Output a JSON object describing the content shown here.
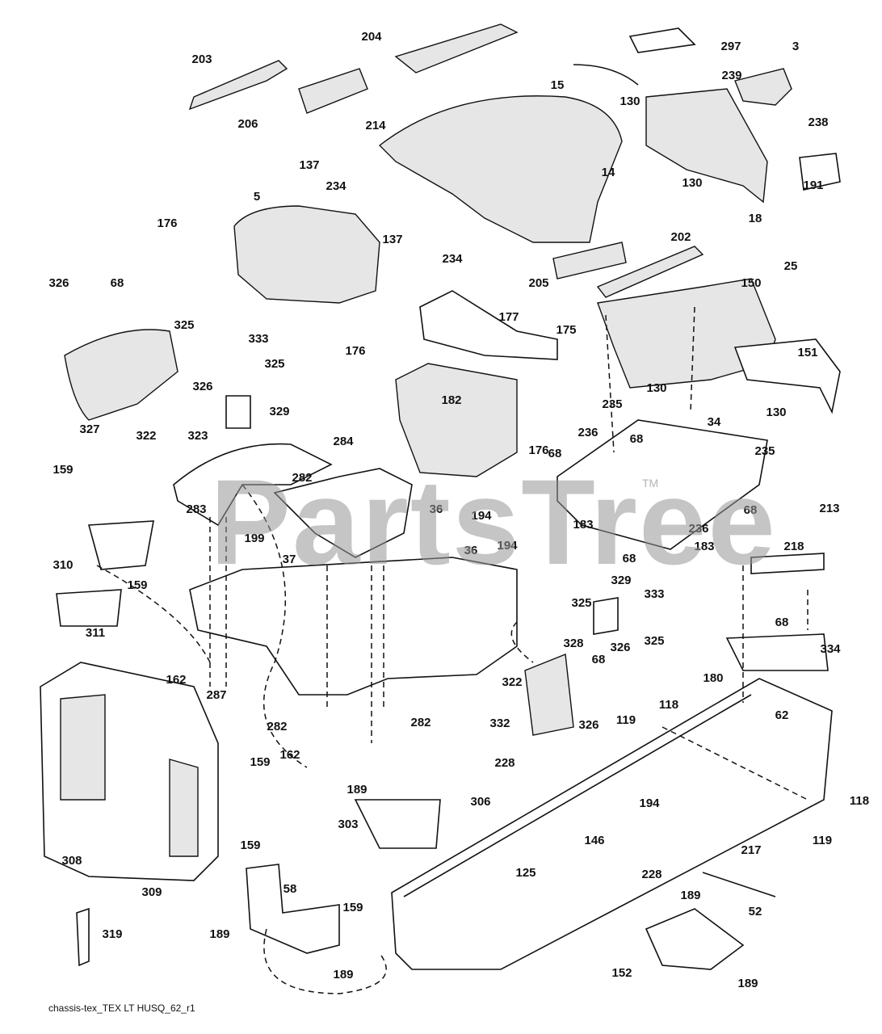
{
  "watermark": "PartsTree",
  "watermark_tm": "TM",
  "caption": "chassis-tex_TEX LT HUSQ_62_r1",
  "labels": [
    "203",
    "204",
    "297",
    "3",
    "15",
    "206",
    "214",
    "130",
    "239",
    "238",
    "137",
    "130",
    "14",
    "191",
    "5",
    "234",
    "18",
    "176",
    "137",
    "234",
    "202",
    "25",
    "205",
    "150",
    "326",
    "68",
    "177",
    "175",
    "325",
    "333",
    "325",
    "176",
    "151",
    "130",
    "130",
    "326",
    "322",
    "327",
    "323",
    "329",
    "182",
    "235",
    "176",
    "34",
    "236",
    "68",
    "68",
    "235",
    "284",
    "282",
    "283",
    "159",
    "36",
    "194",
    "183",
    "68",
    "236",
    "213",
    "218",
    "310",
    "199",
    "37",
    "194",
    "36",
    "68",
    "183",
    "159",
    "329",
    "333",
    "325",
    "68",
    "311",
    "328",
    "326",
    "325",
    "68",
    "334",
    "180",
    "162",
    "287",
    "322",
    "118",
    "62",
    "282",
    "282",
    "326",
    "119",
    "332",
    "162",
    "159",
    "228",
    "189",
    "306",
    "194",
    "118",
    "303",
    "146",
    "119",
    "125",
    "308",
    "159",
    "217",
    "228",
    "309",
    "58",
    "159",
    "189",
    "52",
    "189",
    "319",
    "152",
    "189",
    "189"
  ]
}
